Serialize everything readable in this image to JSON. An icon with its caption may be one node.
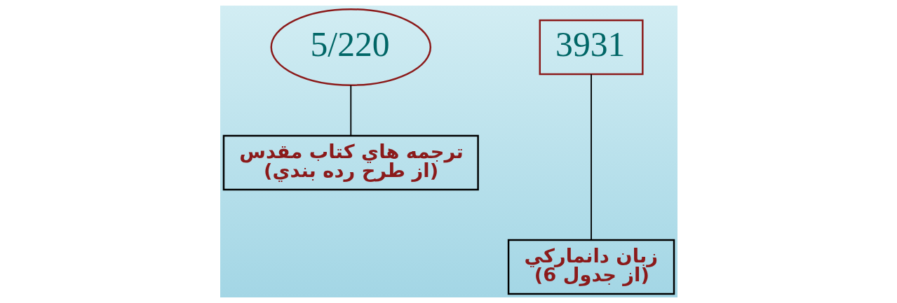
{
  "diagram": {
    "nodes": [
      {
        "text": [
          "5/220"
        ]
      },
      {
        "text": [
          "3931"
        ]
      },
      {
        "text": [
          "ترجمه هاي كتاب مقدس",
          "(از طرح رده بندي)"
        ]
      },
      {
        "text": [
          "زبان دانماركي",
          "(از جدول 6)"
        ]
      }
    ],
    "edges": [
      {
        "from": 2,
        "to": 0,
        "arrow": "none"
      },
      {
        "from": 3,
        "to": 1,
        "arrow": "none"
      }
    ]
  }
}
